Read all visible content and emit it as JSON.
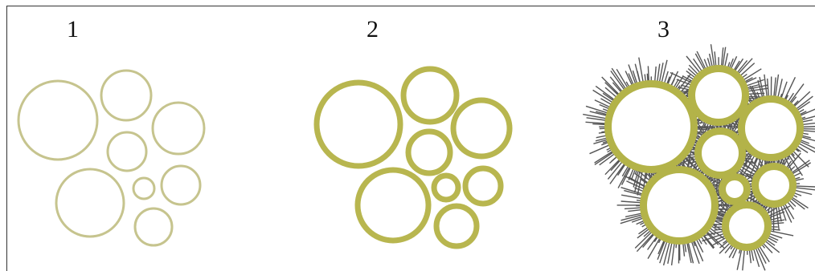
{
  "panels": [
    {
      "label": "1"
    },
    {
      "label": "2"
    },
    {
      "label": "3"
    }
  ],
  "colors": {
    "ring_thin": "#c6c48e",
    "ring_thick": "#b8b64f",
    "ring_stage3": "#b3b349",
    "fibre": "#555555",
    "frame": "#333333",
    "text": "#111111"
  }
}
